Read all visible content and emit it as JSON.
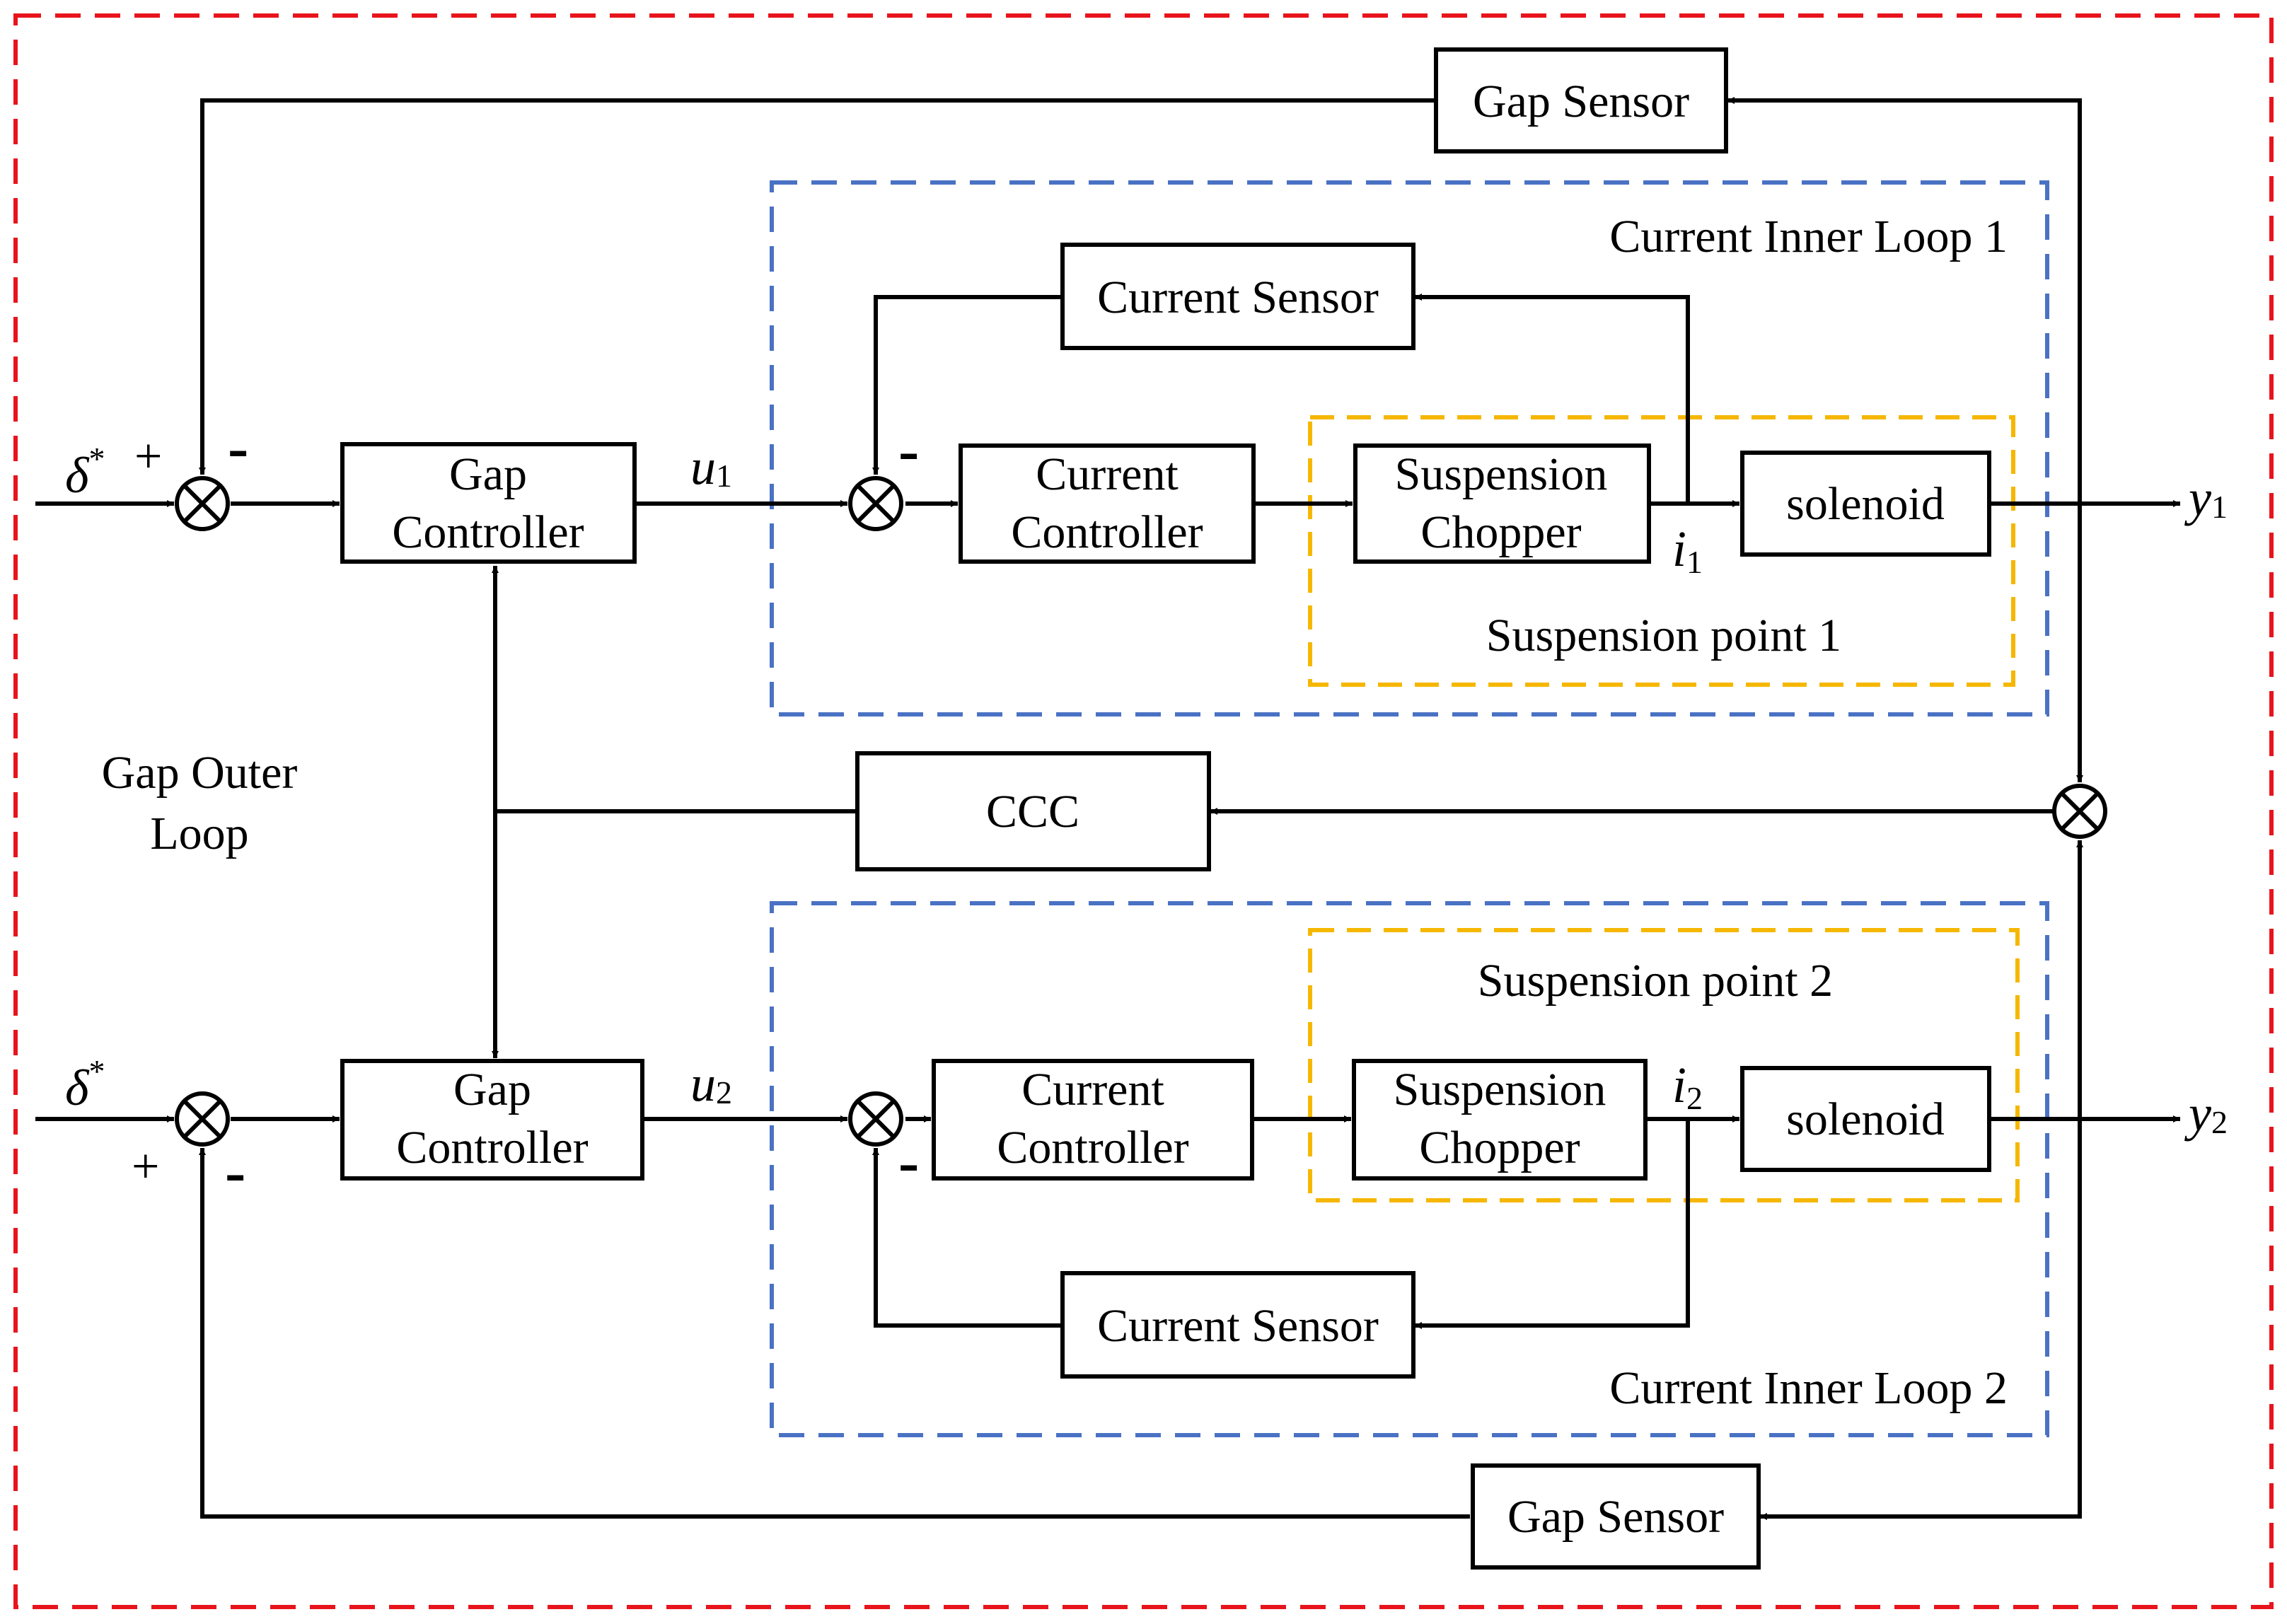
{
  "colors": {
    "outer_frame": "#e8141c",
    "inner_loop_frame": "#4a72c4",
    "suspension_frame": "#f5b700",
    "line": "#000000"
  },
  "blocks": {
    "gap_sensor_top": "Gap Sensor",
    "gap_sensor_bottom": "Gap Sensor",
    "current_sensor_1": "Current Sensor",
    "current_sensor_2": "Current Sensor",
    "gap_controller_1": [
      "Gap",
      "Controller"
    ],
    "gap_controller_2": [
      "Gap",
      "Controller"
    ],
    "current_controller_1": [
      "Current",
      "Controller"
    ],
    "current_controller_2": [
      "Current",
      "Controller"
    ],
    "suspension_chopper_1": [
      "Suspension",
      "Chopper"
    ],
    "suspension_chopper_2": [
      "Suspension",
      "Chopper"
    ],
    "solenoid_1": "solenoid",
    "solenoid_2": "solenoid",
    "ccc": "CCC"
  },
  "regions": {
    "current_inner_loop_1": "Current Inner Loop 1",
    "current_inner_loop_2": "Current Inner Loop 2",
    "suspension_point_1": "Suspension point 1",
    "suspension_point_2": "Suspension point 2",
    "gap_outer_loop": [
      "Gap Outer",
      "Loop"
    ]
  },
  "signals": {
    "reference_symbol": "δ",
    "reference_superscript": "*",
    "u1": {
      "base": "u",
      "sub": "1"
    },
    "u2": {
      "base": "u",
      "sub": "2"
    },
    "i1": {
      "base": "i",
      "sub": "1"
    },
    "i2": {
      "base": "i",
      "sub": "2"
    },
    "y1": {
      "base": "y",
      "sub": "1"
    },
    "y2": {
      "base": "y",
      "sub": "2"
    }
  },
  "signs": {
    "plus": "+",
    "minus": "-"
  }
}
